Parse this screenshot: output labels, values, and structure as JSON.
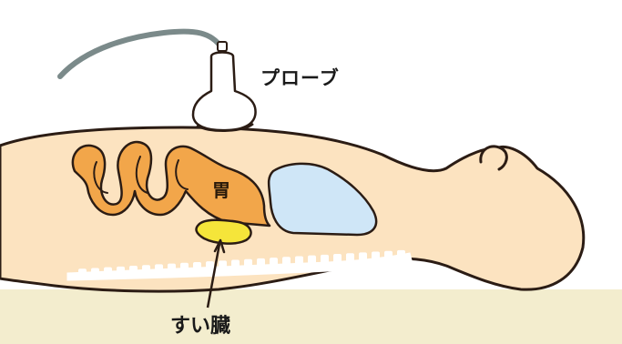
{
  "labels": {
    "probe": "プローブ",
    "stomach": "胃",
    "pancreas": "すい臓"
  },
  "colors": {
    "skin": "#fce3c0",
    "outline": "#2b1c14",
    "stomach": "#f2a64a",
    "organ_blue": "#cfe6f7",
    "pancreas": "#f5e53a",
    "bed": "#f3edce",
    "cable": "#7b8a8a"
  }
}
